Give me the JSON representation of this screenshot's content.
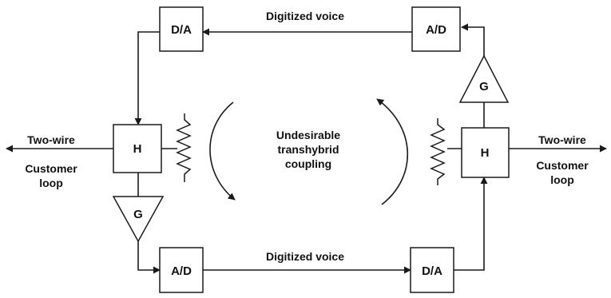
{
  "blocks": {
    "da_top": "D/A",
    "ad_top": "A/D",
    "h_left": "H",
    "h_right": "H",
    "g_left": "G",
    "g_right": "G",
    "ad_bottom": "A/D",
    "da_bottom": "D/A"
  },
  "labels": {
    "top_path": "Digitized voice",
    "bottom_path": "Digitized voice",
    "left_line1": "Two-wire",
    "left_line2": "Customer",
    "left_line3": "loop",
    "right_line1": "Two-wire",
    "right_line2": "Customer",
    "right_line3": "loop",
    "center_line1": "Undesirable",
    "center_line2": "transhybrid",
    "center_line3": "coupling"
  }
}
